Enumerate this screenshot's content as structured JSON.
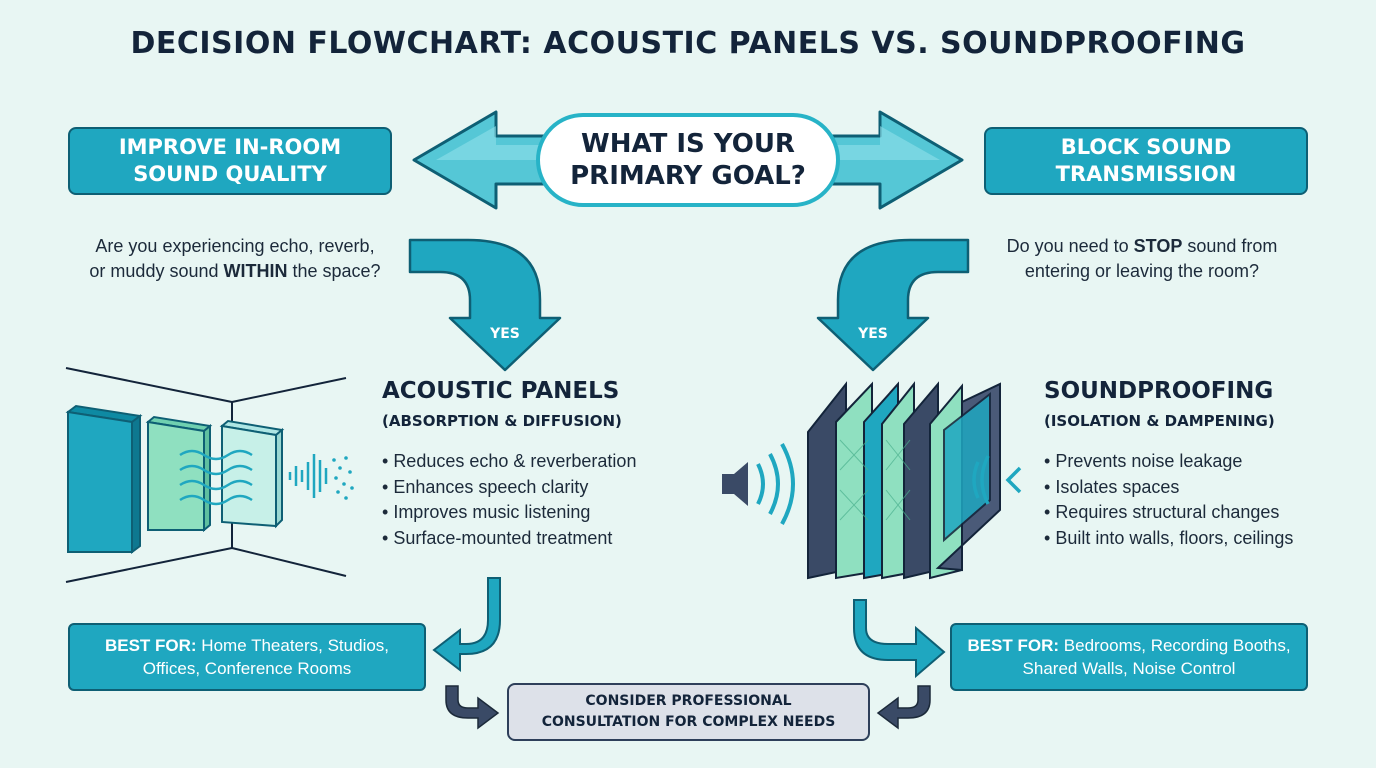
{
  "title": "DECISION FLOWCHART: ACOUSTIC PANELS VS. SOUNDPROOFING",
  "question": {
    "line1": "WHAT IS YOUR",
    "line2": "PRIMARY GOAL?"
  },
  "left": {
    "goal": {
      "line1": "IMPROVE IN-ROOM",
      "line2": "SOUND QUALITY"
    },
    "prompt": {
      "line1": "Are you experiencing echo, reverb,",
      "line2_pre": "or muddy sound ",
      "line2_bold": "WITHIN",
      "line2_post": " the space?"
    },
    "yes": "YES",
    "heading": "ACOUSTIC PANELS",
    "subheading": "(ABSORPTION & DIFFUSION)",
    "bullets": [
      "Reduces echo & reverberation",
      "Enhances speech clarity",
      "Improves music listening",
      "Surface-mounted treatment"
    ],
    "best": {
      "label": "BEST FOR:",
      "line1": " Home Theaters, Studios,",
      "line2": "Offices, Conference Rooms"
    }
  },
  "right": {
    "goal": {
      "line1": "BLOCK SOUND",
      "line2": "TRANSMISSION"
    },
    "prompt": {
      "line1_pre": "Do you need to ",
      "line1_bold": "STOP",
      "line1_post": " sound from",
      "line2": "entering or leaving the room?"
    },
    "yes": "YES",
    "heading": "SOUNDPROOFING",
    "subheading": "(ISOLATION & DAMPENING)",
    "bullets": [
      "Prevents noise leakage",
      "Isolates spaces",
      "Requires structural changes",
      "Built into walls, floors, ceilings"
    ],
    "best": {
      "label": "BEST FOR:",
      "line1": " Bedrooms, Recording Booths,",
      "line2": "Shared Walls, Noise Control"
    }
  },
  "consult": {
    "line1": "CONSIDER PROFESSIONAL",
    "line2": "CONSULTATION FOR COMPLEX NEEDS"
  },
  "colors": {
    "teal": "#1fa7c0",
    "teal_dark": "#0e5f74",
    "navy": "#13243a",
    "mint": "#8fe0c0",
    "slate": "#3a4a66",
    "background": "#e8f6f3"
  }
}
